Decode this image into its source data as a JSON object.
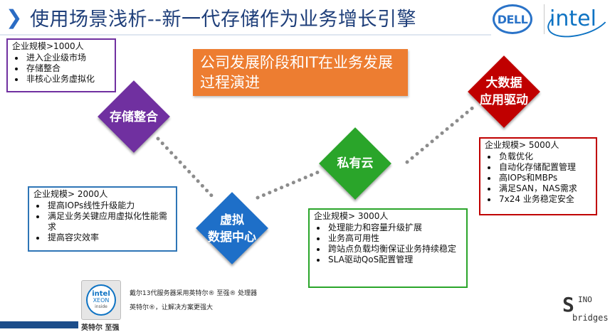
{
  "title": "使用场景浅析--新一代存储作为业务增长引擎",
  "logos": {
    "dell": "DELL",
    "intel": "intel"
  },
  "banner": "公司发展阶段和IT在业务发展过程演进",
  "stages": [
    {
      "lines": [
        "存储整合"
      ],
      "color": "#7030a0"
    },
    {
      "lines": [
        "虚拟",
        "数据中心"
      ],
      "color": "#1e6fc8"
    },
    {
      "lines": [
        "私有云"
      ],
      "color": "#2aa52a"
    },
    {
      "lines": [
        "大数据",
        "应用驱动"
      ],
      "color": "#c00000"
    }
  ],
  "boxes": [
    {
      "head": "企业规模>1000人",
      "items": [
        "进入企业级市场",
        "存储整合",
        "非核心业务虚拟化"
      ]
    },
    {
      "head": "企业规模> 2000人",
      "items": [
        "提高IOPs线性升级能力",
        "满足业务关键应用虚拟化性能需求",
        "提高容灾效率"
      ]
    },
    {
      "head": "企业规模> 3000人",
      "items": [
        "处理能力和容量升级扩展",
        "业务高可用性",
        "跨站点负载均衡保证业务持续稳定",
        "SLA驱动QoS配置管理"
      ]
    },
    {
      "head": "企业规模> 5000人",
      "items": [
        "负载优化",
        "自动化存储配置管理",
        "高IOPs和MBPs",
        "满足SAN，NAS需求",
        "7x24 业务稳定安全"
      ]
    }
  ],
  "footer": {
    "chip": {
      "brand": "intel",
      "product": "XEON",
      "tag": "inside"
    },
    "line1": "戴尔13代服务器采用英特尔® 至强® 处理器",
    "line2": "英特尔®，让解决方案更强大",
    "cut_text": "英特尔 至强"
  },
  "bridges_logo": {
    "mark": "S",
    "top": "INO",
    "bottom": "bridges"
  }
}
